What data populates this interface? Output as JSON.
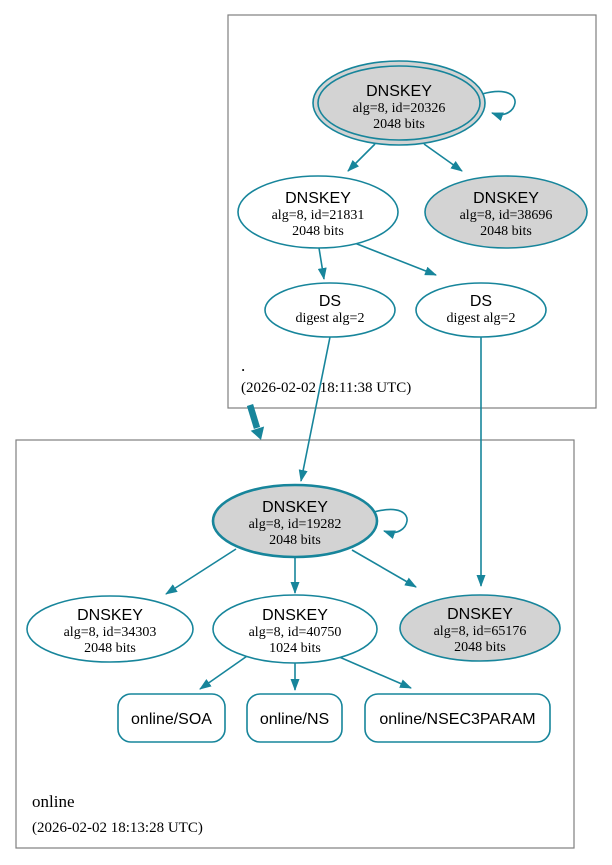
{
  "diagram_type": "dnssec-authentication-chain",
  "colors": {
    "edge_teal": "#17859b",
    "ksk_fill_gray": "#d3d3d3",
    "zsk_fill_white": "#ffffff",
    "cluster_border_gray": "#7f7f7f",
    "text": "#000000"
  },
  "zones": {
    "root": {
      "name": ".",
      "timestamp": "(2026-02-02 18:11:38 UTC)"
    },
    "online": {
      "name": "online",
      "timestamp": "(2026-02-02 18:13:28 UTC)"
    }
  },
  "nodes": {
    "dnskey_20326": {
      "type": "DNSKEY",
      "detail": "alg=8, id=20326",
      "size": "2048 bits"
    },
    "dnskey_21831": {
      "type": "DNSKEY",
      "detail": "alg=8, id=21831",
      "size": "2048 bits"
    },
    "dnskey_38696": {
      "type": "DNSKEY",
      "detail": "alg=8, id=38696",
      "size": "2048 bits"
    },
    "ds_left": {
      "type": "DS",
      "detail": "digest alg=2"
    },
    "ds_right": {
      "type": "DS",
      "detail": "digest alg=2"
    },
    "dnskey_19282": {
      "type": "DNSKEY",
      "detail": "alg=8, id=19282",
      "size": "2048 bits"
    },
    "dnskey_34303": {
      "type": "DNSKEY",
      "detail": "alg=8, id=34303",
      "size": "2048 bits"
    },
    "dnskey_40750": {
      "type": "DNSKEY",
      "detail": "alg=8, id=40750",
      "size": "1024 bits"
    },
    "dnskey_65176": {
      "type": "DNSKEY",
      "detail": "alg=8, id=65176",
      "size": "2048 bits"
    },
    "rrset_soa": {
      "label": "online/SOA"
    },
    "rrset_ns": {
      "label": "online/NS"
    },
    "rrset_nsec3param": {
      "label": "online/NSEC3PARAM"
    }
  },
  "edges": [
    "dnskey_20326 -> dnskey_20326 (self)",
    "dnskey_20326 -> dnskey_21831",
    "dnskey_20326 -> dnskey_38696",
    "dnskey_21831 -> ds_left",
    "dnskey_21831 -> ds_right",
    "ds_left -> dnskey_19282",
    "ds_right -> dnskey_65176",
    "zone . -> zone online (delegation, thick)",
    "dnskey_19282 -> dnskey_19282 (self)",
    "dnskey_19282 -> dnskey_34303",
    "dnskey_19282 -> dnskey_40750",
    "dnskey_19282 -> dnskey_65176",
    "dnskey_40750 -> rrset_soa",
    "dnskey_40750 -> rrset_ns",
    "dnskey_40750 -> rrset_nsec3param"
  ]
}
